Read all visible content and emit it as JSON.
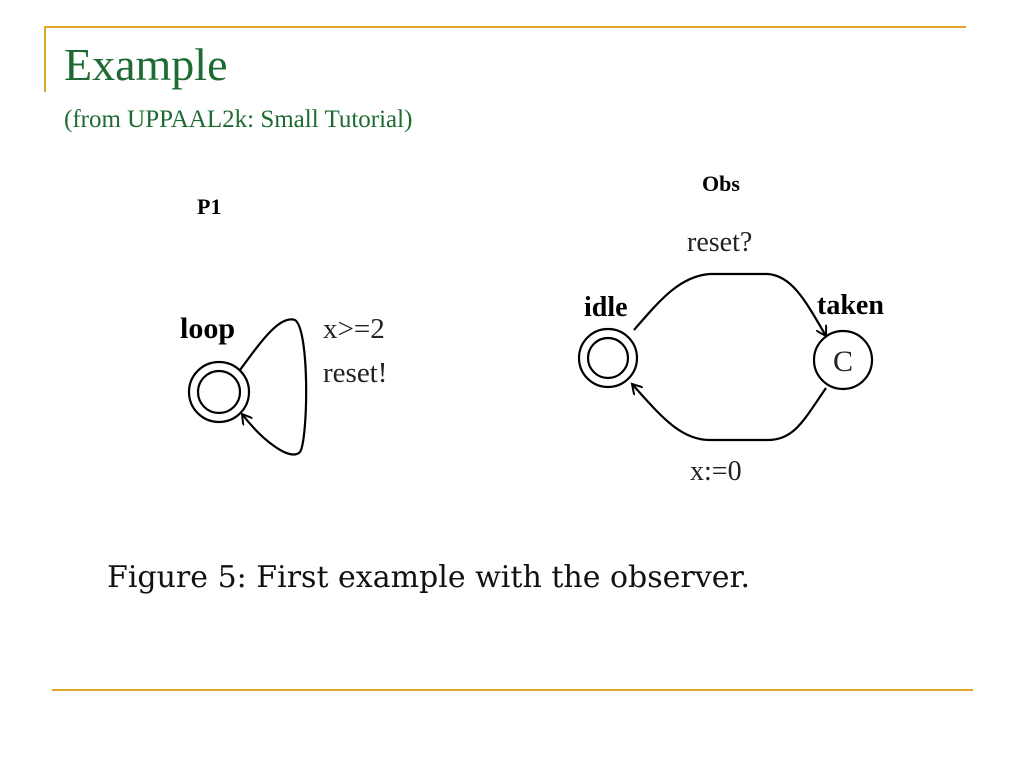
{
  "slide": {
    "title": "Example",
    "subtitle": "(from UPPAAL2k: Small Tutorial)",
    "caption": "Figure 5: First example with the observer.",
    "accent_color": "#e0a526",
    "title_color": "#1d6b33"
  },
  "p1": {
    "name": "P1",
    "location": "loop",
    "guard": "x>=2",
    "sync": "reset!"
  },
  "obs": {
    "name": "Obs",
    "location_initial": "idle",
    "location_committed": "taken",
    "committed_marker": "C",
    "top_edge_sync": "reset?",
    "bottom_edge_update": "x:=0"
  }
}
